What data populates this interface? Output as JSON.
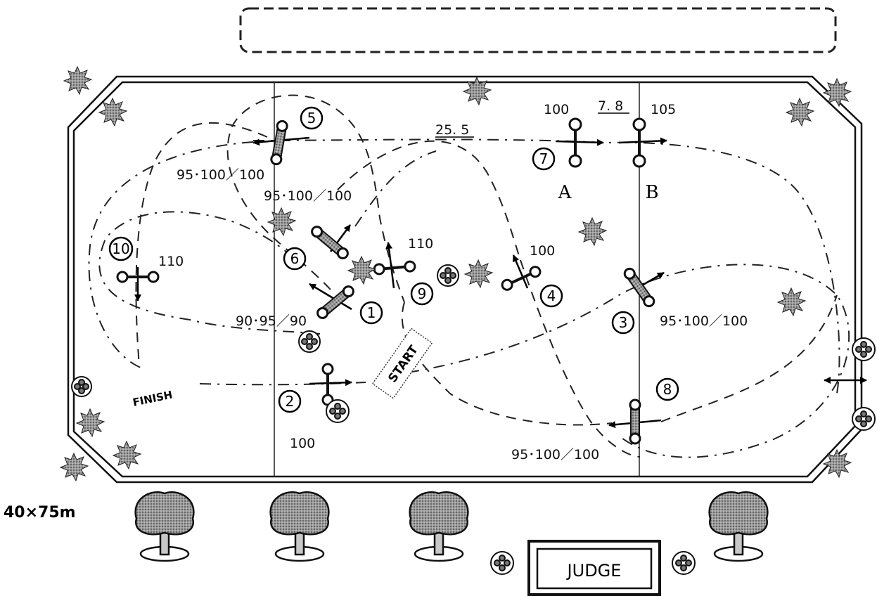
{
  "arena": {
    "size_label": "40×75m",
    "start_label": "START",
    "finish_label": "FINISH",
    "judge_label": "JUDGE"
  },
  "distance": {
    "main": "25. 5",
    "combination": "7. 8"
  },
  "combination": {
    "a_label": "A",
    "b_label": "B",
    "a_height": "100",
    "b_height": "105"
  },
  "obstacles": [
    {
      "number": "1",
      "spec": "90･95／90"
    },
    {
      "number": "2",
      "spec": "100"
    },
    {
      "number": "3",
      "spec": "95･100／100"
    },
    {
      "number": "4",
      "spec": "100"
    },
    {
      "number": "5",
      "spec": "95･100／100"
    },
    {
      "number": "6",
      "spec": "95･100／100"
    },
    {
      "number": "7",
      "spec": ""
    },
    {
      "number": "8",
      "spec": "95･100／100"
    },
    {
      "number": "9",
      "spec": "110"
    },
    {
      "number": "10",
      "spec": "110"
    }
  ]
}
